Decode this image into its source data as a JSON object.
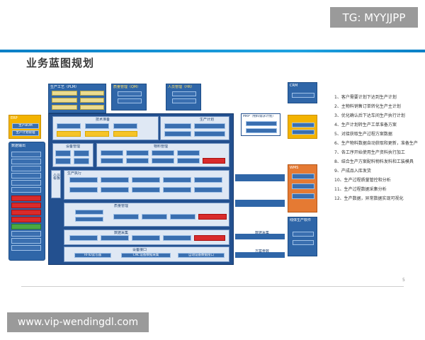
{
  "watermark_top": "TG: MYYJJPP",
  "watermark_bottom": "www.vip-wendingdl.com",
  "page_title": "业务蓝图规划",
  "page_number": "5",
  "modules": {
    "plm": "生产工艺（PLM）",
    "qm": "质量管理（QM）",
    "hr": "人员管理（HR）",
    "erp": "ERP",
    "crm": "CRM",
    "mrp": "MRP（物料需求计划）",
    "wms": "WMS",
    "tech": "技术准备",
    "plan": "生产计划",
    "equip": "设备管理",
    "material": "物料管理",
    "exec": "生产执行",
    "quality": "质量管理",
    "data": "数据采集",
    "iface": "设备接口",
    "line_prod": "线体生产软件",
    "data_out": "数据输出",
    "people": "人员看板",
    "data_collect": "数据采集",
    "plan_params": "方案参数"
  },
  "erp_items": [
    "生产BOM",
    "生产计划管理"
  ],
  "iface_items": [
    "RFID读写器",
    "CNC设备数据采集",
    "自动设备数据接口"
  ],
  "legend": [
    "1、客户需要计划下达到生产计划",
    "2、主物料销售订单转化生产主计划",
    "3、优化确认后下达车间生产执行计划",
    "4、生产计划转生产工单准备方案",
    "5、对接获取生产过程方案数据",
    "6、生产物料数据自动获取和更新，准备生产",
    "7、各工序开始使用生产资料执行加工",
    "8、结合生产方案配料物料发料和工装模具",
    "9、产成品入库发货",
    "10、生产过程质量管控和分析",
    "11、生产过程数据采集分析",
    "12、生产数据，异常数据实现可视化"
  ]
}
